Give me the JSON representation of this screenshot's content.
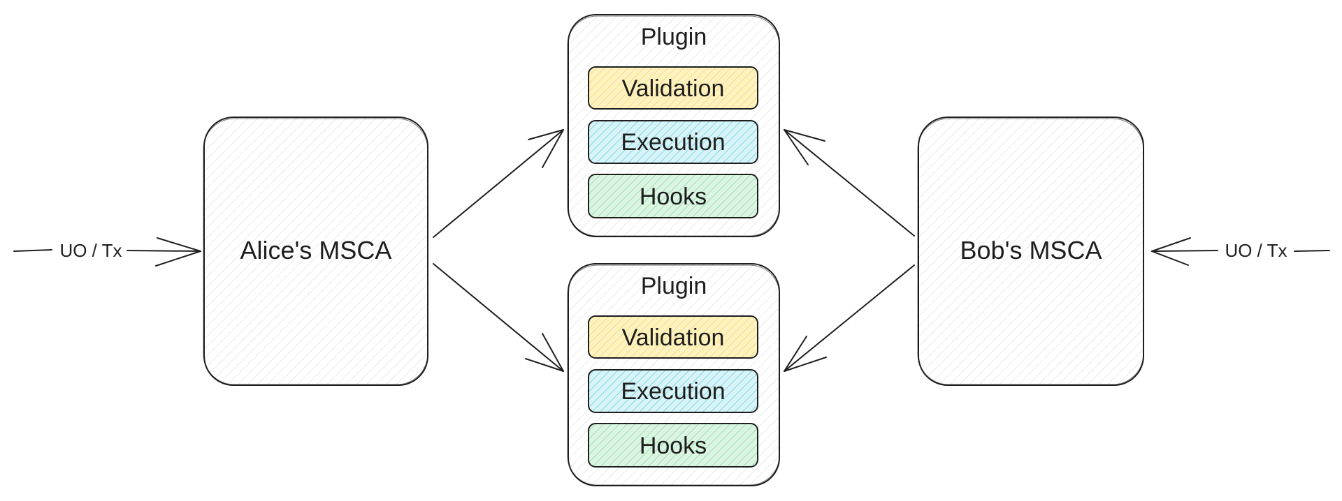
{
  "accounts": {
    "alice": {
      "label": "Alice's MSCA"
    },
    "bob": {
      "label": "Bob's MSCA"
    }
  },
  "inputs": {
    "left": {
      "label": "UO / Tx"
    },
    "right": {
      "label": "UO / Tx"
    }
  },
  "plugins": [
    {
      "title": "Plugin",
      "modules": [
        {
          "label": "Validation"
        },
        {
          "label": "Execution"
        },
        {
          "label": "Hooks"
        }
      ]
    },
    {
      "title": "Plugin",
      "modules": [
        {
          "label": "Validation"
        },
        {
          "label": "Execution"
        },
        {
          "label": "Hooks"
        }
      ]
    }
  ],
  "colors": {
    "stroke": "#1e1e1e",
    "container_hatch": "#dcdcdc",
    "validation_fill": "#fef3c0",
    "validation_hatch": "#f2d77a",
    "execution_fill": "#d9f4f8",
    "execution_hatch": "#6fd0e0",
    "hooks_fill": "#dcf5e2",
    "hooks_hatch": "#8fdba5"
  }
}
